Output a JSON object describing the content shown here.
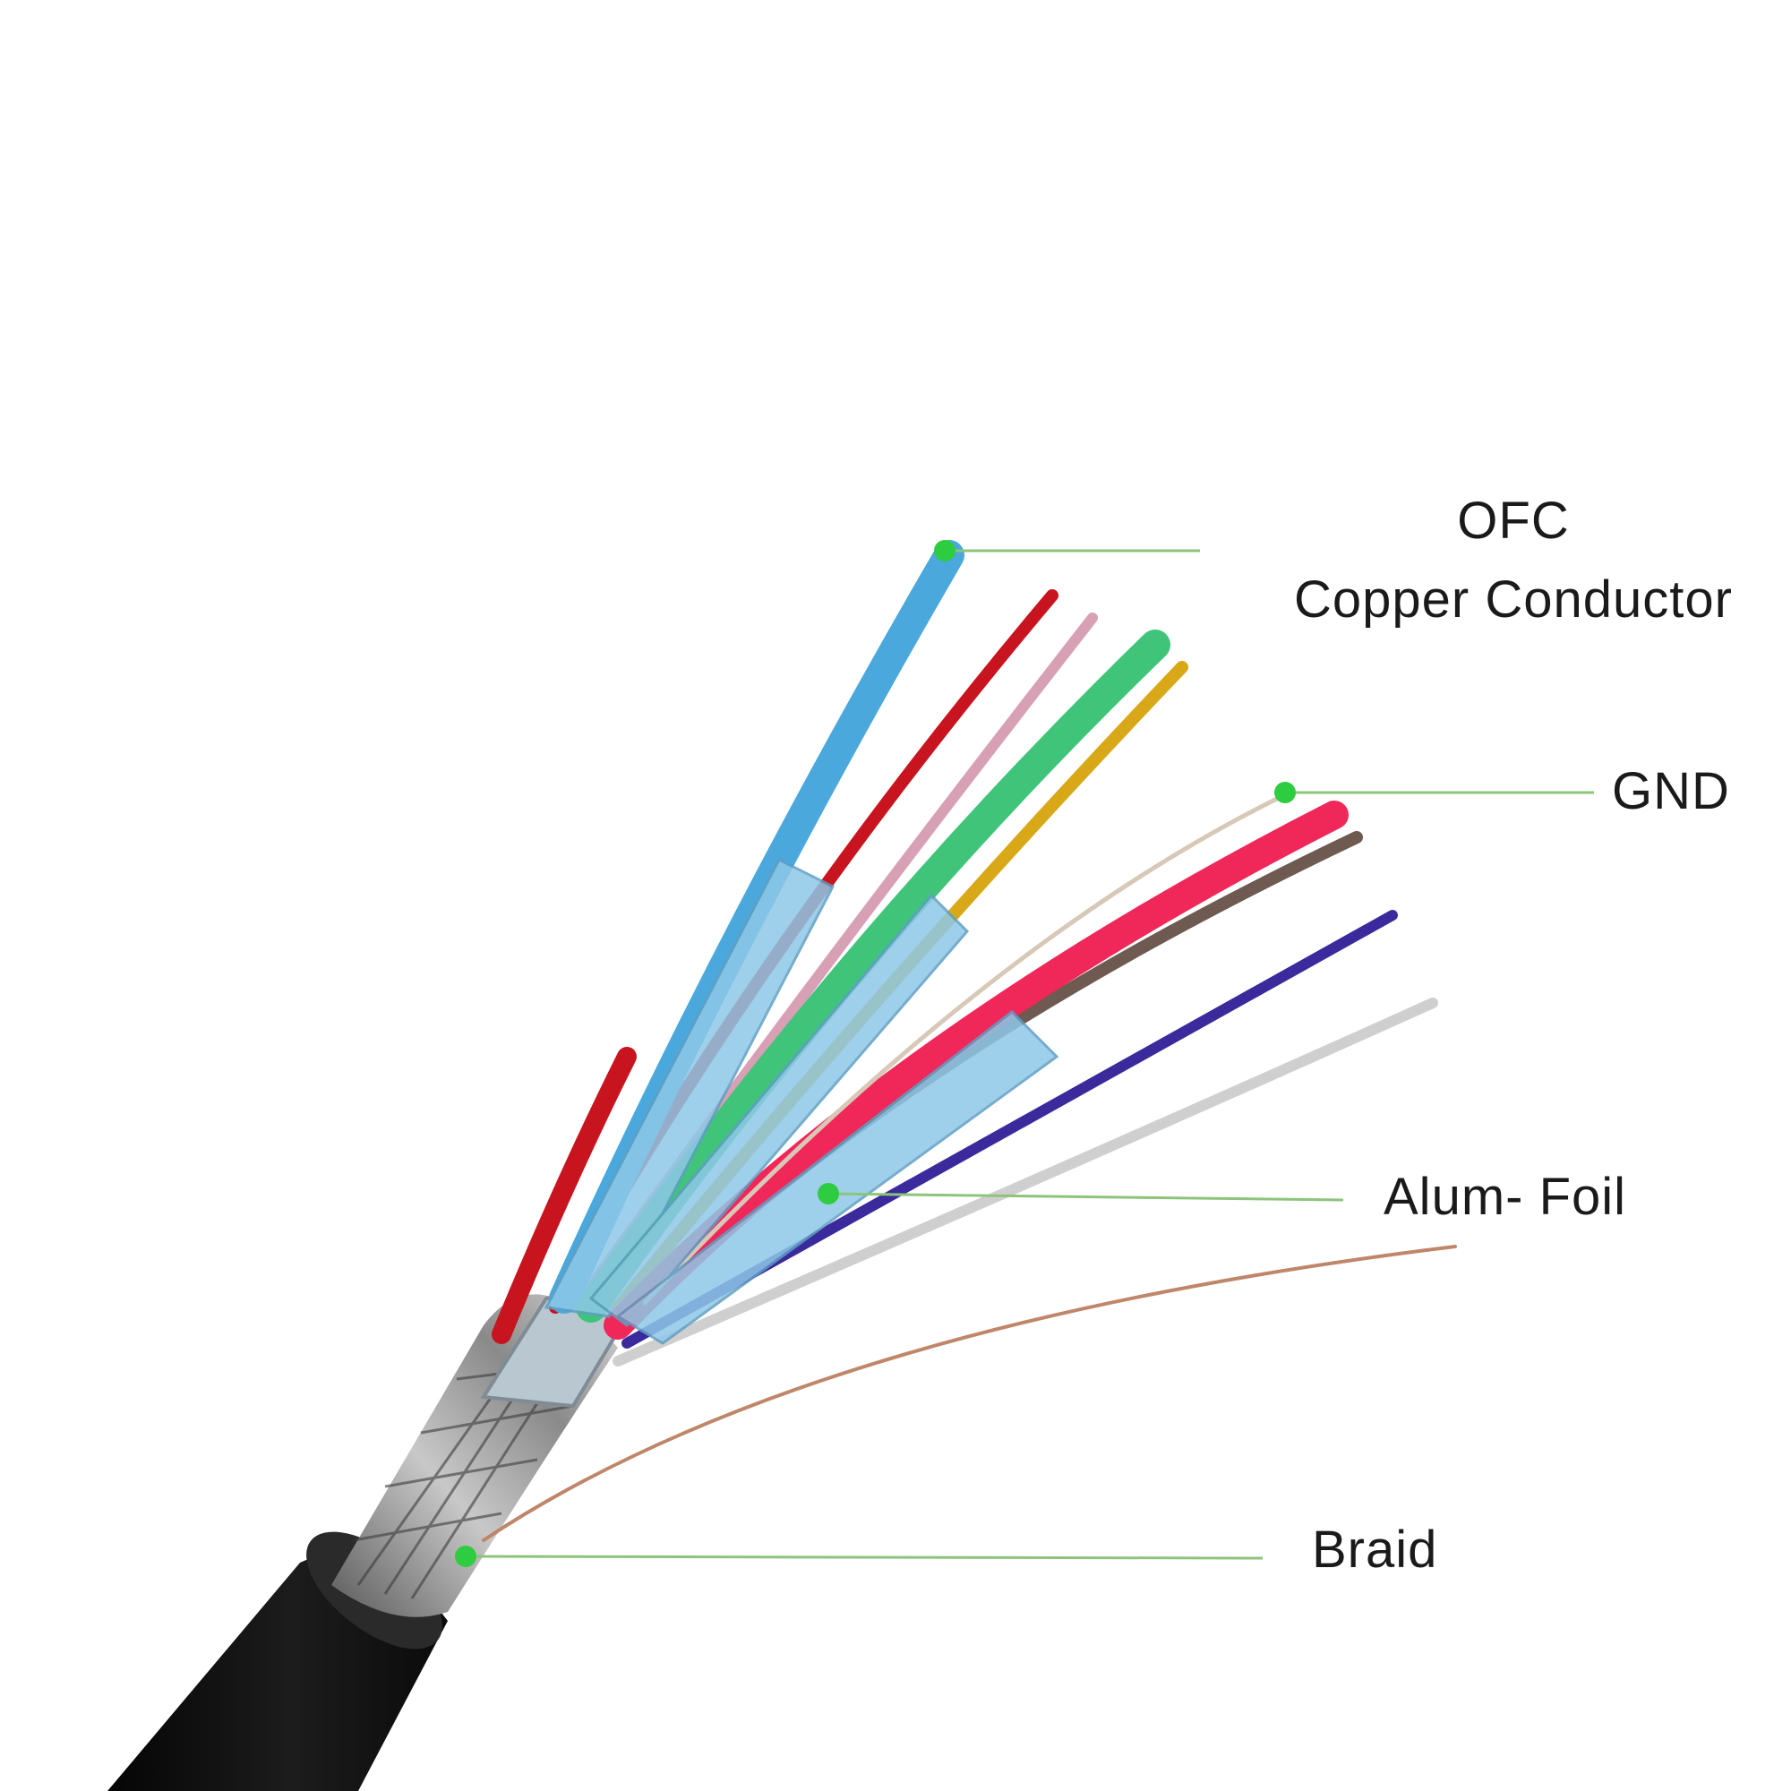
{
  "callouts": {
    "conductor": {
      "line1": "OFC",
      "line2": "Copper Conductor"
    },
    "ground": "GND",
    "foil": "Alum- Foil",
    "braid": "Braid"
  },
  "colors": {
    "leader_line": "#8cc47a",
    "leader_dot": "#2ecc40",
    "jacket": "#141414",
    "foil": "#8ec8e8",
    "copper": "#c0866a"
  },
  "wires": [
    {
      "name": "blue",
      "color": "#4aa8dc"
    },
    {
      "name": "red",
      "color": "#c8141e"
    },
    {
      "name": "pink",
      "color": "#d8a0b4"
    },
    {
      "name": "green",
      "color": "#3fc47a"
    },
    {
      "name": "yellow",
      "color": "#d8a818"
    },
    {
      "name": "magenta",
      "color": "#f0285a"
    },
    {
      "name": "brown",
      "color": "#6e5a50"
    },
    {
      "name": "navy",
      "color": "#3a2a9c"
    },
    {
      "name": "white",
      "color": "#cfcfcf"
    },
    {
      "name": "drain",
      "color": "#c0866a"
    }
  ]
}
